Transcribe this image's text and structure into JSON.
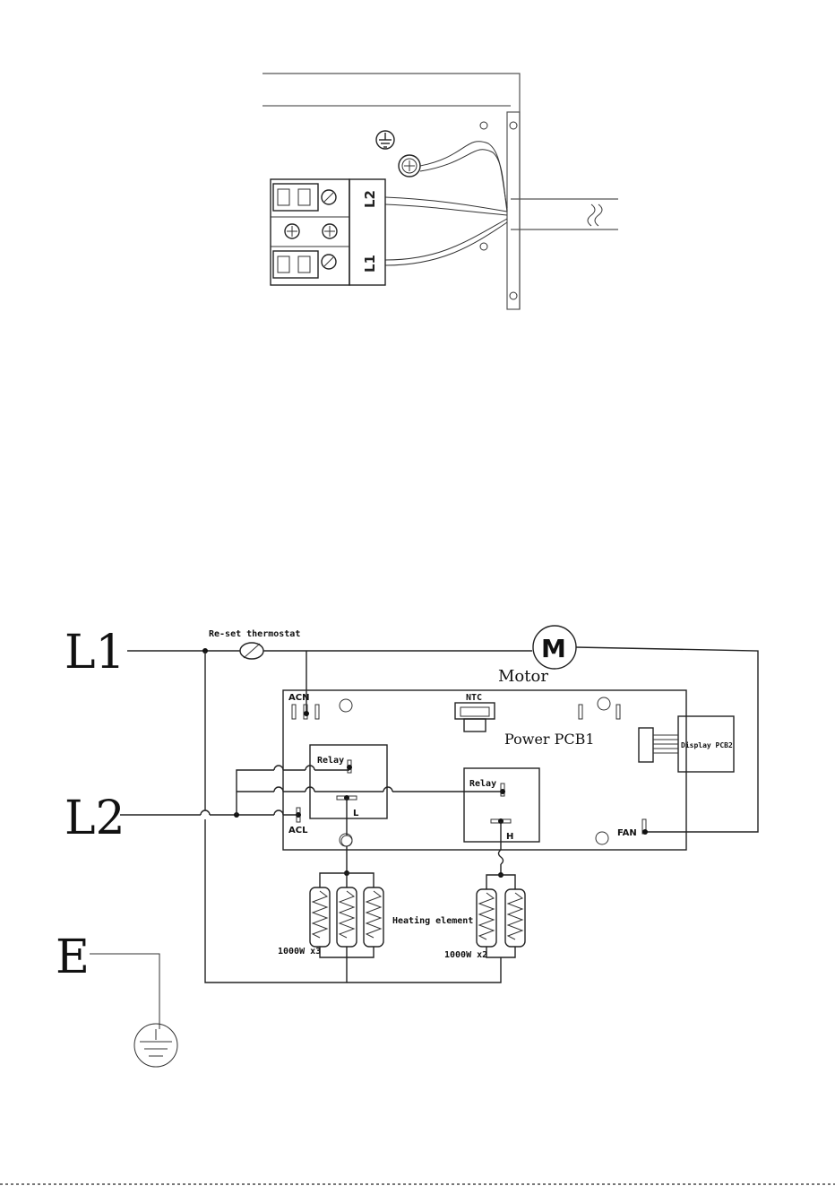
{
  "terminal_block": {
    "ground_symbol": "ground-icon",
    "labels": [
      "L2",
      "L1"
    ]
  },
  "wiring": {
    "inputs": [
      "L1",
      "L2",
      "E"
    ],
    "thermostat": "Re-set thermostat",
    "motor_symbol": "M",
    "motor_label": "Motor",
    "pcb_label": "Power PCB1",
    "display_label": "Display PCB2",
    "ntc": "NTC",
    "acn": "ACN",
    "acl": "ACL",
    "fan": "FAN",
    "relay1": "Relay",
    "relay1_pin": "L",
    "relay2": "Relay",
    "relay2_pin": "H",
    "heating_element": "Heating element",
    "heater_group1": "1000W x3",
    "heater_group2": "1000W x2"
  }
}
